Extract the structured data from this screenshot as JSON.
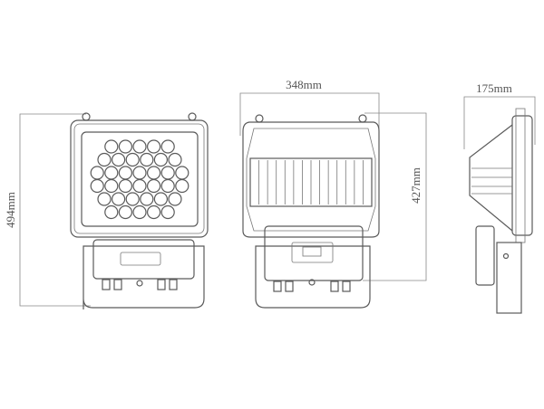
{
  "dimensions": {
    "height_overall": "494mm",
    "width": "348mm",
    "height_body": "427mm",
    "depth": "175mm"
  },
  "views": {
    "front": {
      "led_rows": [
        5,
        6,
        7,
        7,
        6,
        5
      ]
    },
    "back": {
      "fin_count": 14
    },
    "side": {
      "fin_count": 4
    }
  },
  "colors": {
    "line": "#5a5a5a",
    "background": "#ffffff"
  }
}
